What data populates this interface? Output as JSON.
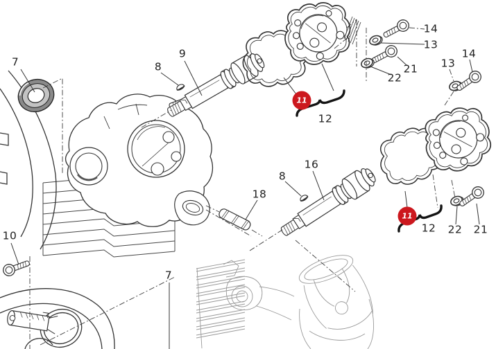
{
  "colors": {
    "background": "#ffffff",
    "line": "#333333",
    "faint_line": "#909090",
    "badge": "#cc181e",
    "badge_text": "#ffffff",
    "label_text": "#1f1f1f"
  },
  "diagram": {
    "type": "exploded-parts-diagram",
    "badges": [
      {
        "text": "11"
      },
      {
        "text": "11"
      }
    ],
    "callouts": [
      {
        "text": "7"
      },
      {
        "text": "8"
      },
      {
        "text": "9"
      },
      {
        "text": "14"
      },
      {
        "text": "13"
      },
      {
        "text": "21"
      },
      {
        "text": "22"
      },
      {
        "text": "13"
      },
      {
        "text": "14"
      },
      {
        "text": "12"
      },
      {
        "text": "16"
      },
      {
        "text": "8"
      },
      {
        "text": "18"
      },
      {
        "text": "10"
      },
      {
        "text": "12"
      },
      {
        "text": "22"
      },
      {
        "text": "21"
      },
      {
        "text": "7"
      }
    ]
  }
}
